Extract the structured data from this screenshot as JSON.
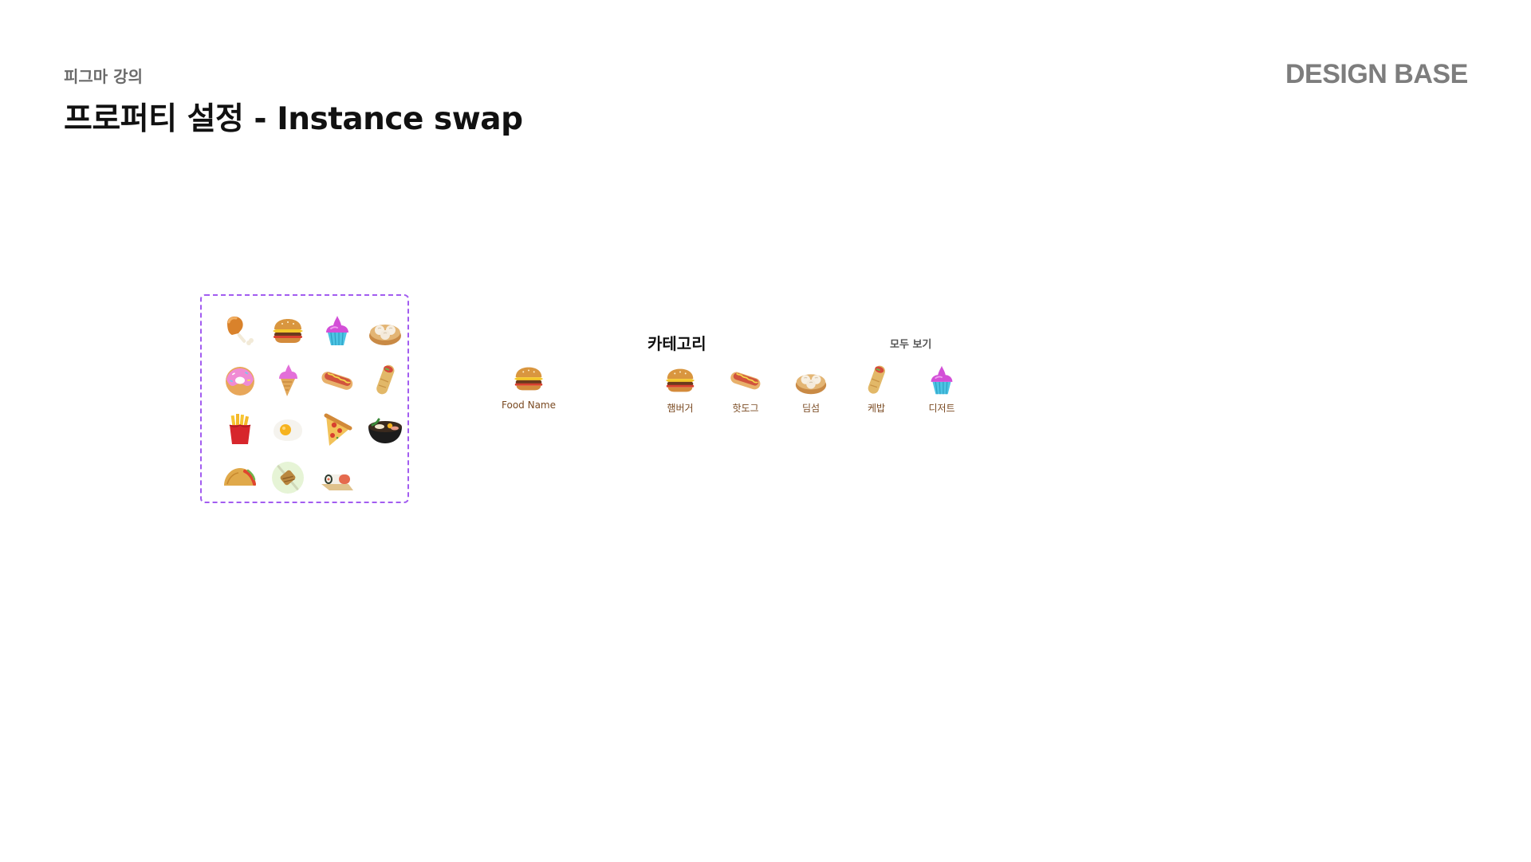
{
  "header": {
    "subtitle": "피그마 강의",
    "title": "프로퍼티 설정 - Instance swap",
    "logo": "DESIGN BASE"
  },
  "icon_set": [
    {
      "name": "chicken-leg-icon"
    },
    {
      "name": "burger-icon"
    },
    {
      "name": "cupcake-icon"
    },
    {
      "name": "dimsum-icon"
    },
    {
      "name": "donut-icon"
    },
    {
      "name": "ice-cream-icon"
    },
    {
      "name": "hotdog-icon"
    },
    {
      "name": "kebab-icon"
    },
    {
      "name": "fries-icon"
    },
    {
      "name": "fried-egg-icon"
    },
    {
      "name": "pizza-slice-icon"
    },
    {
      "name": "ramen-icon"
    },
    {
      "name": "taco-icon"
    },
    {
      "name": "skewer-icon"
    },
    {
      "name": "sushi-roll-icon"
    }
  ],
  "food_card": {
    "icon": "burger-icon",
    "label": "Food Name"
  },
  "category": {
    "title": "카테고리",
    "see_all": "모두 보기",
    "items": [
      {
        "label": "햄버거",
        "icon": "burger-icon"
      },
      {
        "label": "핫도그",
        "icon": "hotdog-icon"
      },
      {
        "label": "딤섬",
        "icon": "dimsum-icon"
      },
      {
        "label": "케밥",
        "icon": "kebab-icon"
      },
      {
        "label": "디저트",
        "icon": "cupcake-icon"
      }
    ]
  },
  "colors": {
    "frame_border": "#a25cf0",
    "label_brown": "#7a4a22",
    "logo_gray": "#7d7d7d"
  }
}
